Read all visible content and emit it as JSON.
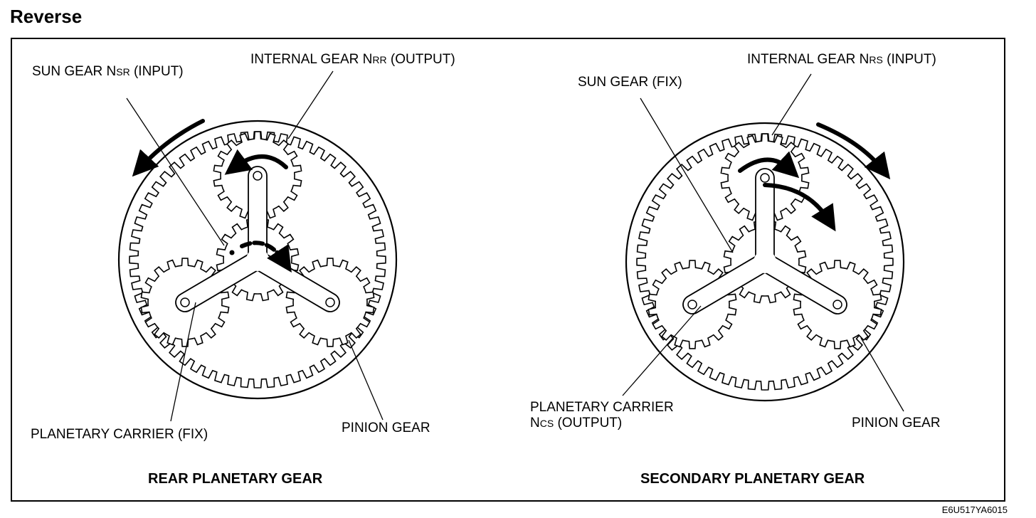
{
  "title": "Reverse",
  "left": {
    "caption": "REAR PLANETARY GEAR",
    "sun_label": {
      "main": "SUN GEAR N",
      "sub": "SR",
      "tail": " (INPUT)"
    },
    "internal_label": {
      "main": "INTERNAL GEAR N",
      "sub": "RR",
      "tail": " (OUTPUT)"
    },
    "carrier_label": "PLANETARY CARRIER (FIX)",
    "pinion_label": "PINION GEAR"
  },
  "right": {
    "caption": "SECONDARY PLANETARY GEAR",
    "sun_label": "SUN GEAR (FIX)",
    "internal_label": {
      "main": "INTERNAL GEAR N",
      "sub": "RS",
      "tail": " (INPUT)"
    },
    "carrier_label_line1": "PLANETARY CARRIER",
    "carrier_label_line2": {
      "main": "N",
      "sub": "CS",
      "tail": " (OUTPUT)"
    },
    "pinion_label": "PINION GEAR"
  },
  "figure_code": "E6U517YA6015"
}
